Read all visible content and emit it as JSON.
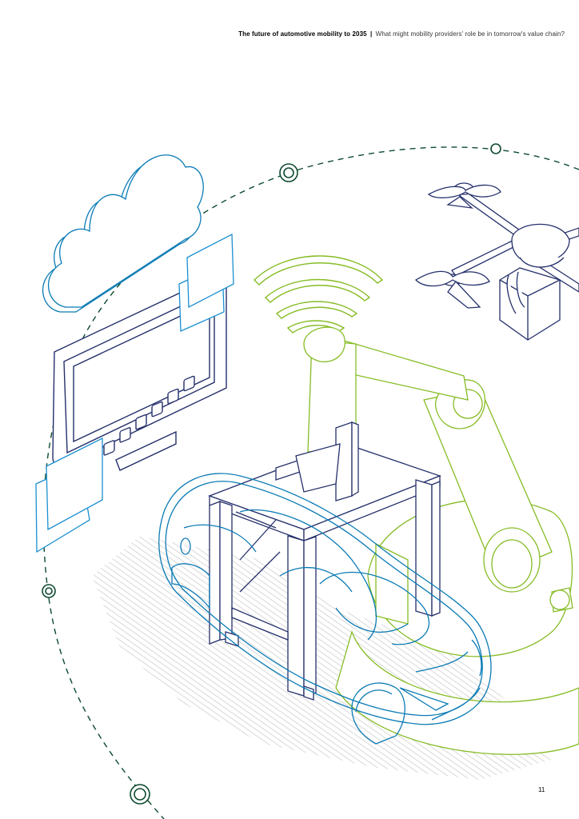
{
  "header": {
    "title": "The future of automotive mobility to 2035",
    "separator": "|",
    "subtitle": "What might mobility providers' role be in tomorrow's value chain?"
  },
  "page_number": "11",
  "colors": {
    "navy": "#25306b",
    "blue": "#0b7bb5",
    "green": "#86bc25",
    "dark_green": "#0d4a2e",
    "hatch": "#c8c8c8"
  },
  "icons": [
    "cloud-icon",
    "monitor-icon",
    "wifi-icon",
    "drone-icon",
    "robot-arm-icon",
    "gantry-frame-icon",
    "car-body-icon",
    "node-circle-icon"
  ]
}
